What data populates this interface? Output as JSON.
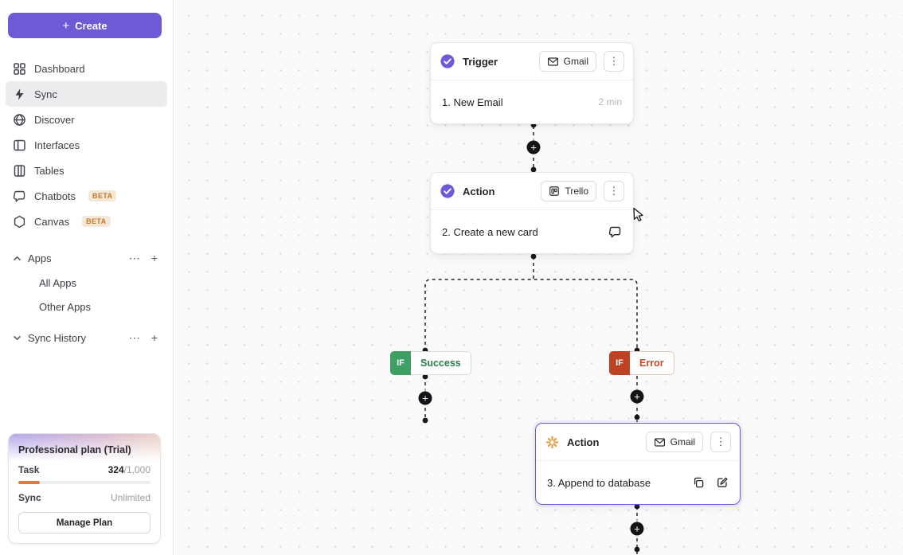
{
  "colors": {
    "accent": "#6d5bd6",
    "success": "#3e9e63",
    "error": "#be4124",
    "beta": "#c07a2e",
    "progress": "#e07a3f"
  },
  "icons": {
    "plus": "+",
    "kebab": "⋮",
    "ellipsis": "⋯"
  },
  "sidebar": {
    "create_button": "Create",
    "nav": [
      {
        "label": "Dashboard"
      },
      {
        "label": "Sync"
      },
      {
        "label": "Discover"
      },
      {
        "label": "Interfaces"
      },
      {
        "label": "Tables"
      },
      {
        "label": "Chatbots",
        "badge": "BETA"
      },
      {
        "label": "Canvas",
        "badge": "BETA"
      }
    ],
    "apps_section": {
      "label": "Apps",
      "items": [
        {
          "label": "All Apps"
        },
        {
          "label": "Other Apps"
        }
      ]
    },
    "sync_history_section": {
      "label": "Sync History"
    },
    "plan_card": {
      "title": "Professional plan (Trial)",
      "task_label": "Task",
      "task_used": "324",
      "task_total": "/1,000",
      "progress_pct": 16,
      "sync_label": "Sync",
      "sync_value": "Unlimited",
      "manage_button": "Manage Plan"
    }
  },
  "workflow": {
    "trigger": {
      "type_label": "Trigger",
      "app": "Gmail",
      "step": "1. New Email",
      "meta": "2 min"
    },
    "action1": {
      "type_label": "Action",
      "app": "Trello",
      "step": "2. Create a new card"
    },
    "action2": {
      "type_label": "Action",
      "app": "Gmail",
      "step": "3. Append to database"
    },
    "branch_success": {
      "if_label": "IF",
      "label": "Success"
    },
    "branch_error": {
      "if_label": "IF",
      "label": "Error"
    }
  }
}
